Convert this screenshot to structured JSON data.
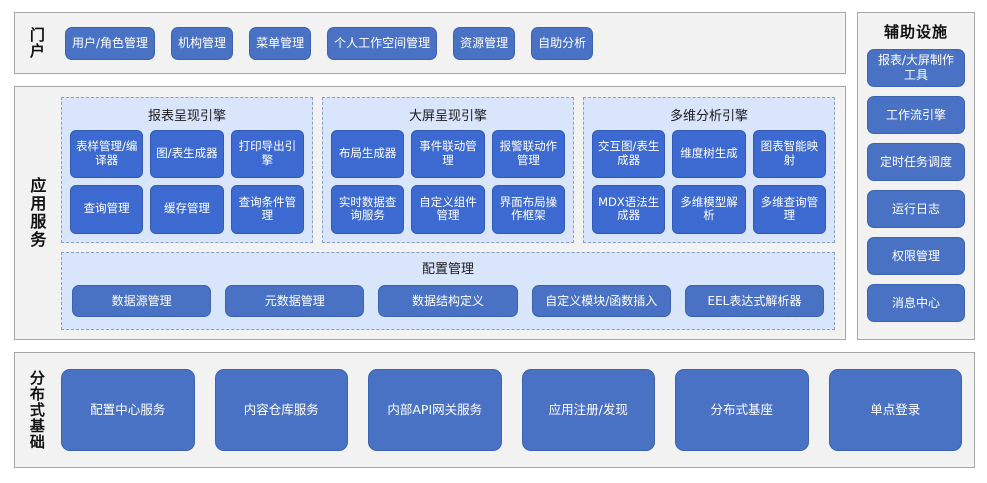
{
  "portal": {
    "label": "门户",
    "items": [
      {
        "label": "用户/角色管理"
      },
      {
        "label": "机构管理"
      },
      {
        "label": "菜单管理"
      },
      {
        "label": "个人工作空间管理"
      },
      {
        "label": "资源管理"
      },
      {
        "label": "自助分析"
      }
    ]
  },
  "aux": {
    "title": "辅助设施",
    "items": [
      {
        "label": "报表/大屏制作工具"
      },
      {
        "label": "工作流引擎"
      },
      {
        "label": "定时任务调度"
      },
      {
        "label": "运行日志"
      },
      {
        "label": "权限管理"
      },
      {
        "label": "消息中心"
      }
    ]
  },
  "app": {
    "label": "应用服务",
    "engines": [
      {
        "title": "报表呈现引擎",
        "tiles": [
          "表样管理/编译器",
          "图/表生成器",
          "打印导出引擎",
          "查询管理",
          "缓存管理",
          "查询条件管理"
        ]
      },
      {
        "title": "大屏呈现引擎",
        "tiles": [
          "布局生成器",
          "事件联动管理",
          "报警联动作管理",
          "实时数据查询服务",
          "自定义组件管理",
          "界面布局操作框架"
        ]
      },
      {
        "title": "多维分析引擎",
        "tiles": [
          "交互图/表生成器",
          "维度树生成",
          "图表智能映射",
          "MDX语法生成器",
          "多维模型解析",
          "多维查询管理"
        ]
      }
    ],
    "config": {
      "title": "配置管理",
      "items": [
        {
          "label": "数据源管理"
        },
        {
          "label": "元数据管理"
        },
        {
          "label": "数据结构定义"
        },
        {
          "label": "自定义模块/函数插入"
        },
        {
          "label": "EEL表达式解析器"
        }
      ]
    }
  },
  "base": {
    "label": "分布式基础",
    "items": [
      {
        "label": "配置中心服务"
      },
      {
        "label": "内容仓库服务"
      },
      {
        "label": "内部API网关服务"
      },
      {
        "label": "应用注册/发现"
      },
      {
        "label": "分布式基座"
      },
      {
        "label": "单点登录"
      }
    ]
  },
  "colors": {
    "band_bg": "#f2f2f2",
    "band_border": "#a6a6a6",
    "pill_blue": "#4a72c4",
    "tile_blue": "#3d6ad0",
    "panel_blue": "#d8e5fb",
    "panel_dash": "#8aa0c4",
    "text_light": "#ffffff",
    "text_dark": "#111111"
  }
}
